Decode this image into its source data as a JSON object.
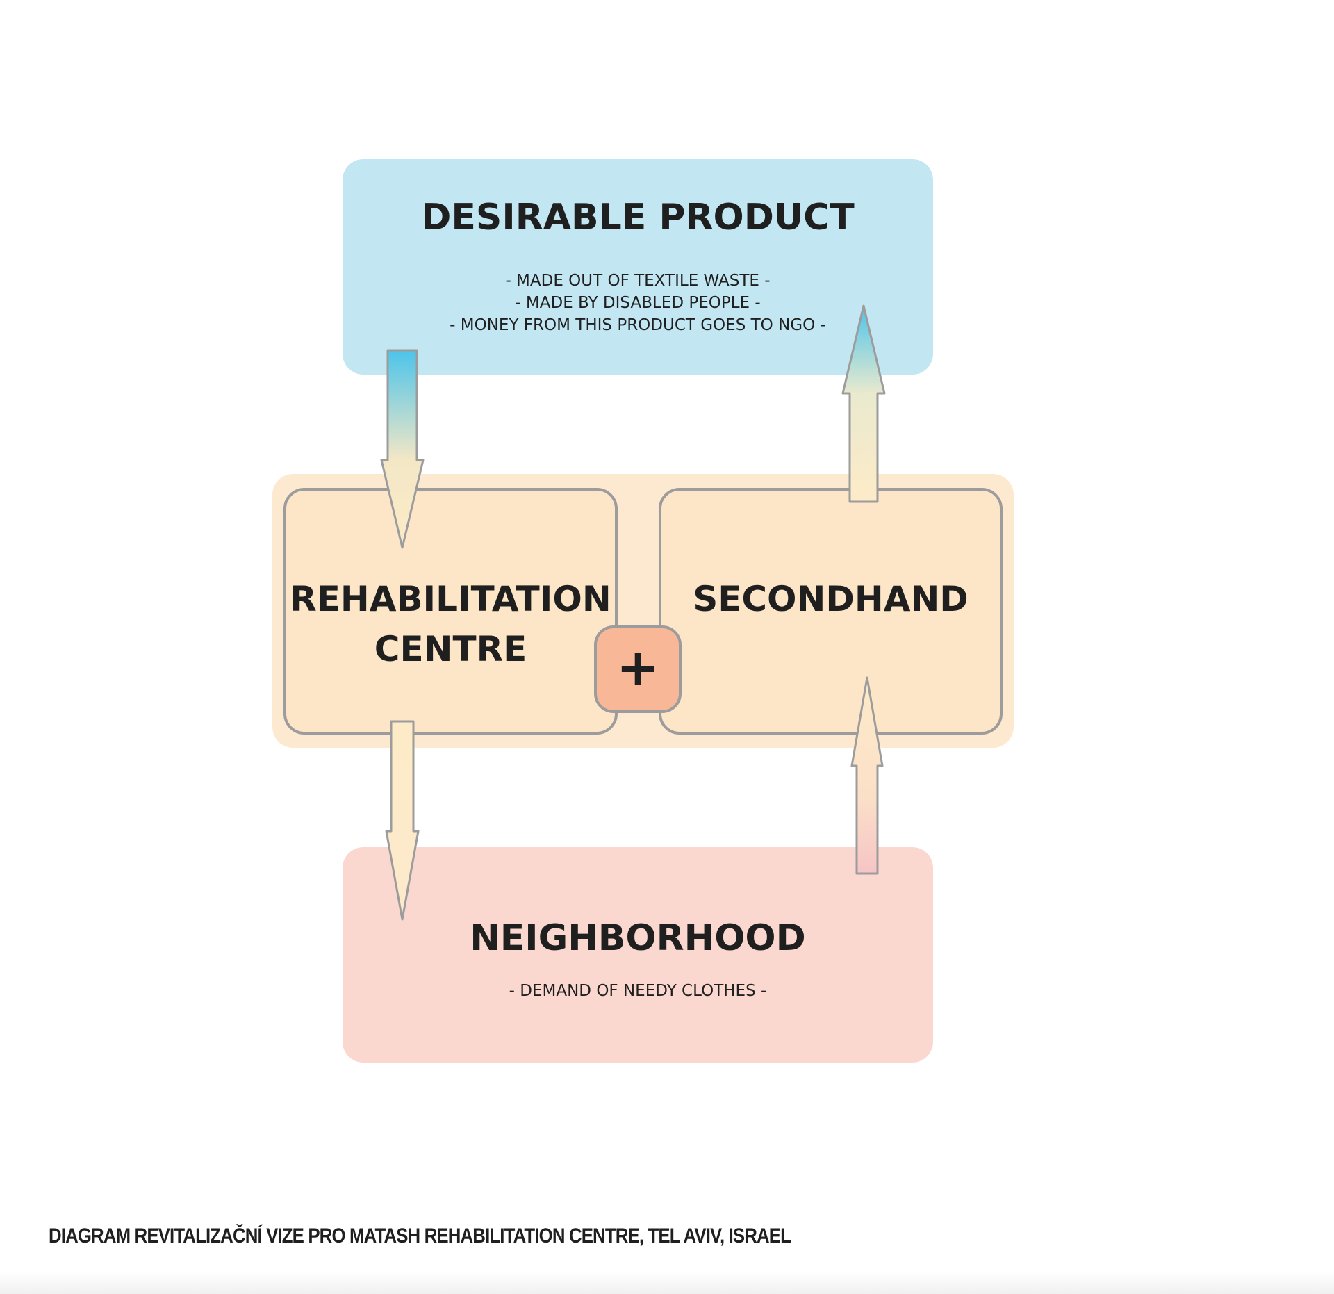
{
  "diagram": {
    "desirable_product": {
      "title": "DESIRABLE PRODUCT",
      "lines": [
        "- MADE OUT OF TEXTILE WASTE -",
        "- MADE BY DISABLED PEOPLE -",
        "- MONEY FROM THIS PRODUCT GOES TO NGO -"
      ],
      "color": "#c2e6f2"
    },
    "rehabilitation_centre": {
      "title": "REHABILITATION\nCENTRE",
      "color": "#fde6c8"
    },
    "secondhand": {
      "title": "SECONDHAND",
      "color": "#fde6c8"
    },
    "plus": {
      "symbol": "+",
      "color": "#f8b796"
    },
    "neighborhood": {
      "title": "NEIGHBORHOOD",
      "lines": [
        "- DEMAND OF NEEDY CLOTHES -"
      ],
      "color": "#fbd8cf"
    },
    "border_color": "#9c9c9c",
    "arrow_blue": "#4cc4ea",
    "arrow_cream": "#fdebc8",
    "arrow_pink": "#f6c4c6"
  },
  "caption": "DIAGRAM REVITALIZAČNÍ VIZE PRO MATASH REHABILITATION CENTRE, TEL AVIV, ISRAEL"
}
